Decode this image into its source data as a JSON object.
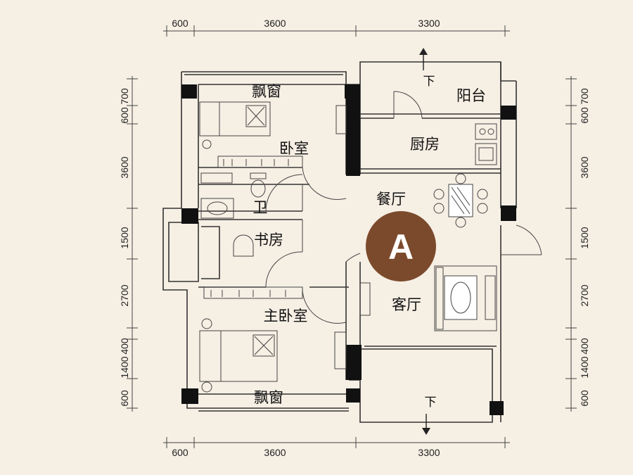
{
  "dimensions": {
    "top": [
      "600",
      "3600",
      "3300"
    ],
    "bottom": [
      "600",
      "3600",
      "3300"
    ],
    "left": [
      "700",
      "600",
      "3600",
      "1500",
      "2700",
      "400",
      "1400",
      "600"
    ],
    "right": [
      "700",
      "600",
      "3600",
      "1500",
      "2700",
      "400",
      "1400",
      "600"
    ]
  },
  "rooms": {
    "bay_window_top": "飘窗",
    "bedroom": "卧室",
    "balcony": "阳台",
    "kitchen": "厨房",
    "bathroom": "卫",
    "dining": "餐厅",
    "study": "书房",
    "master_bedroom": "主卧室",
    "living": "客厅",
    "bay_window_bottom": "飘窗",
    "down_top": "下",
    "down_bottom": "下"
  },
  "badge": {
    "label": "A",
    "color": "#7b4a2c"
  },
  "colors": {
    "background": "#f6efe4",
    "wall": "#333333",
    "pillar": "#111111"
  }
}
